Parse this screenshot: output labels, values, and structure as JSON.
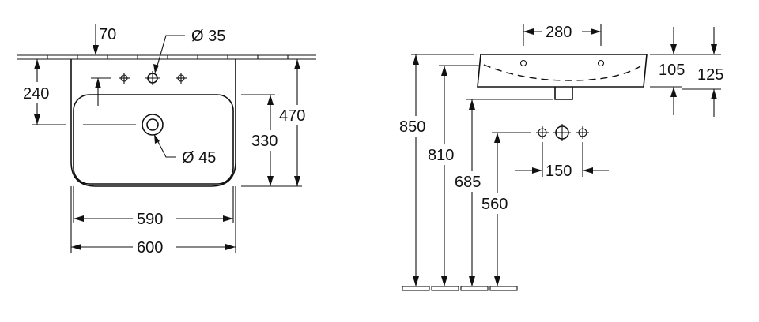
{
  "front_view": {
    "dim_tap_offset": "70",
    "dim_tap_hole": "Ø 35",
    "dim_tap_height": "240",
    "dim_waste": "Ø 45",
    "dim_bowl_depth": "330",
    "dim_total_depth": "470",
    "dim_bowl_width": "590",
    "dim_total_width": "600"
  },
  "side_view": {
    "dim_hole_spacing": "280",
    "dim_rim_height": "105",
    "dim_total_height": "125",
    "dim_h_850": "850",
    "dim_h_810": "810",
    "dim_h_685": "685",
    "dim_h_560": "560",
    "dim_tap_spacing": "150"
  }
}
